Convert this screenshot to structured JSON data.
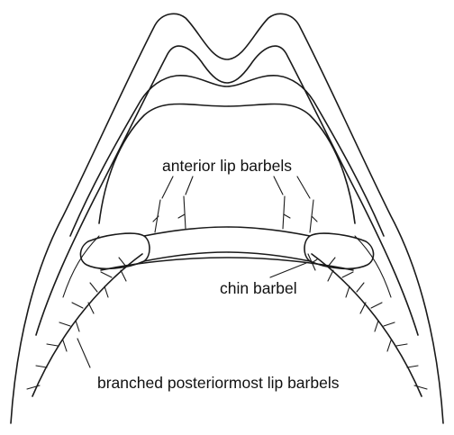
{
  "labels": {
    "anterior_lip_barbels": "anterior lip barbels",
    "chin_barbel": "chin barbel",
    "branched_posteriormost_lip_barbels": "branched posteriormost lip barbels"
  },
  "colors": {
    "ink": "#1a1a1a",
    "background": "#ffffff"
  }
}
